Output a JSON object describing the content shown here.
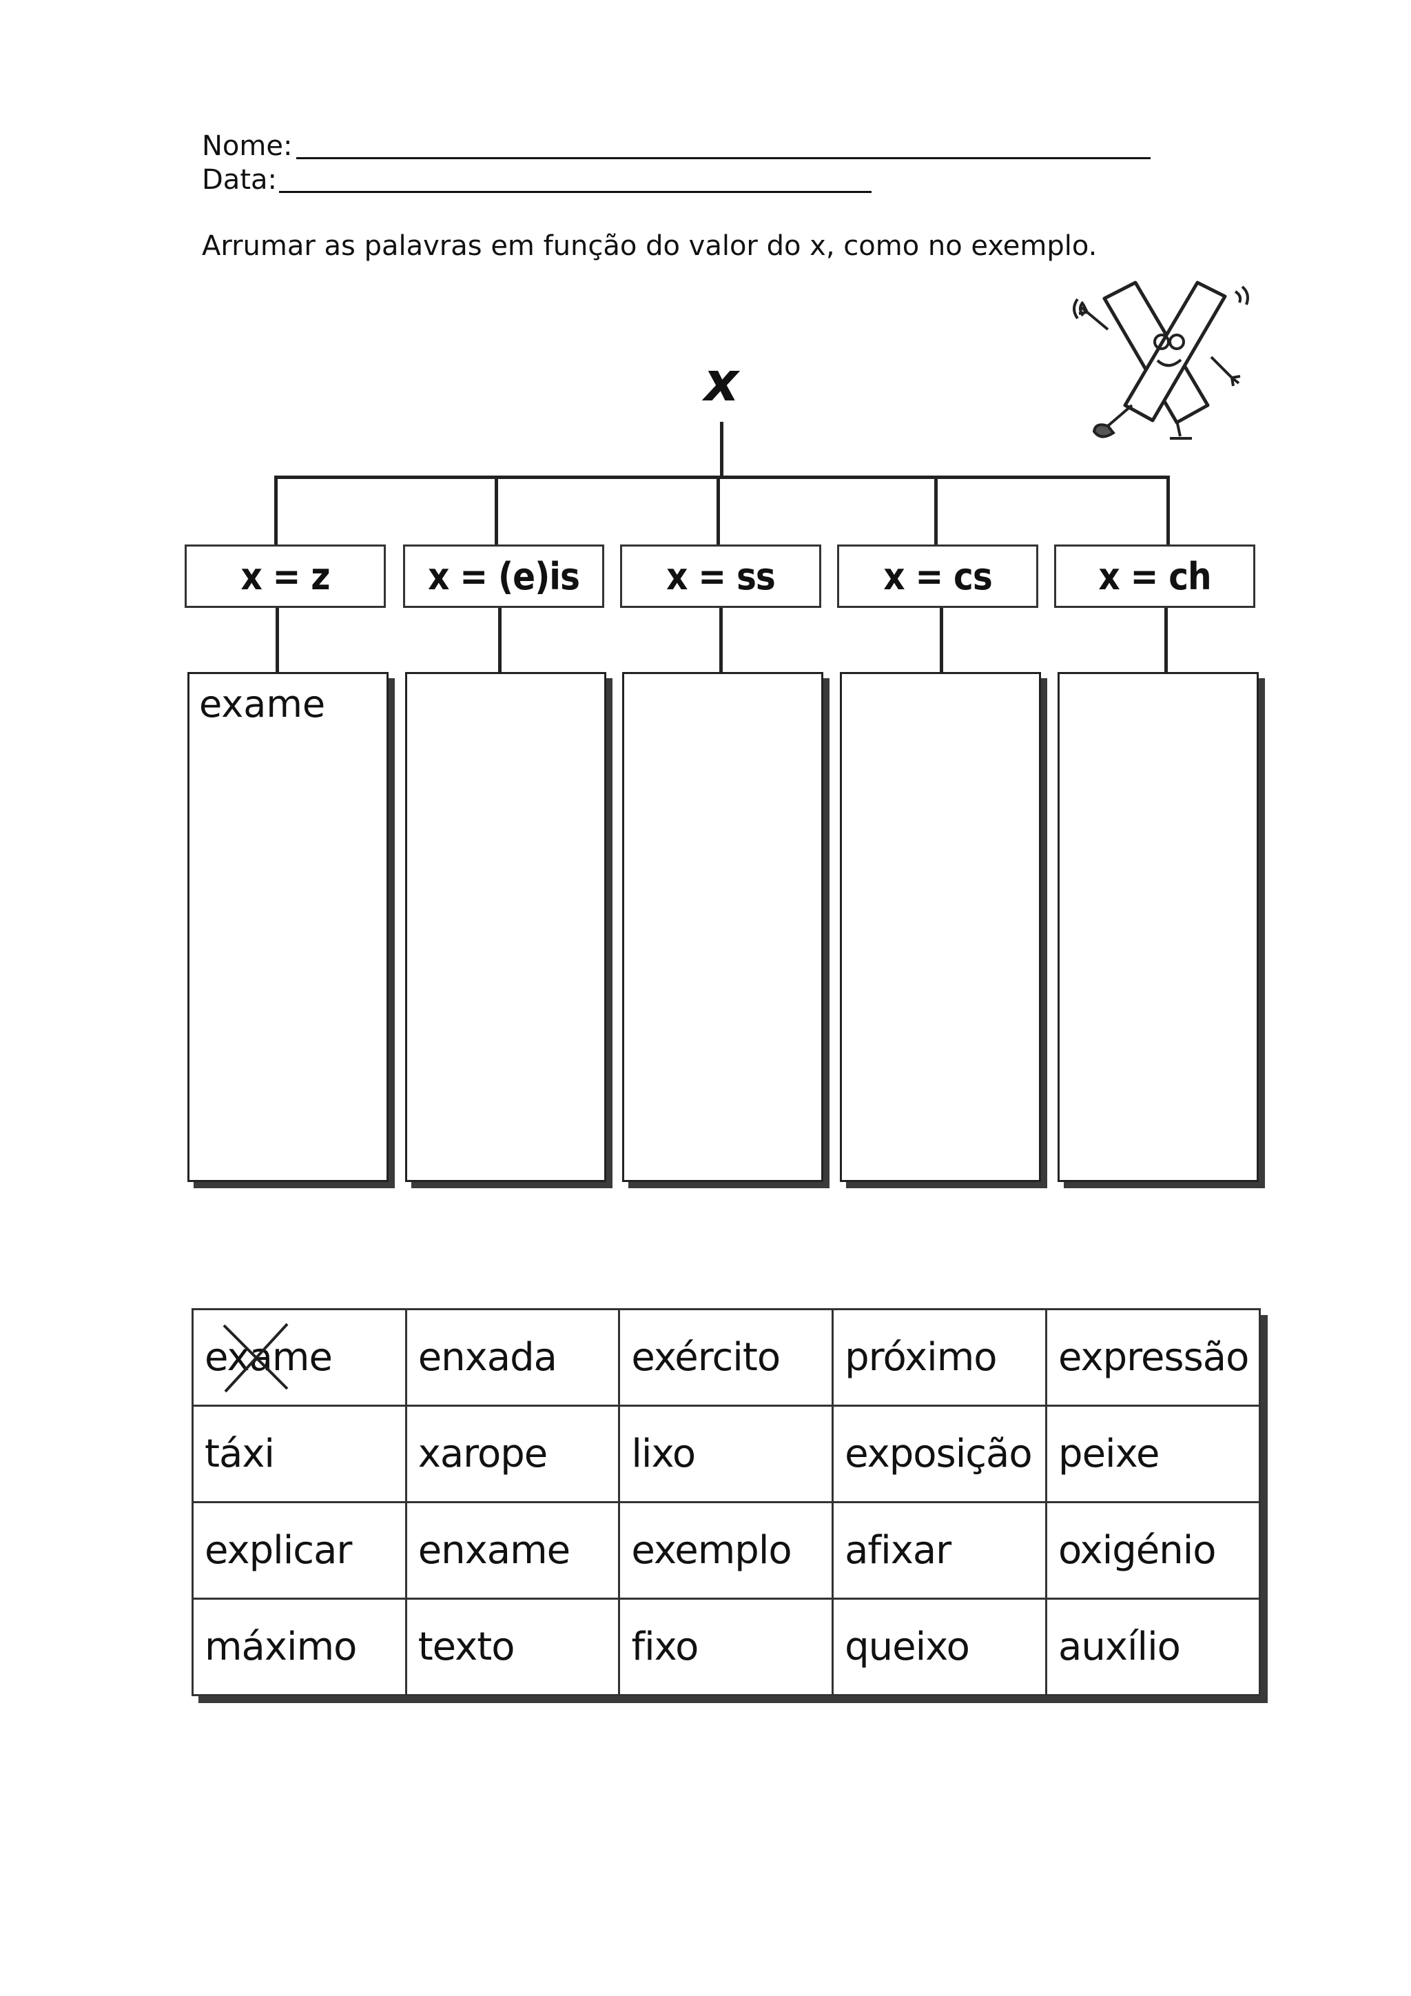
{
  "header": {
    "name_label": "Nome:",
    "date_label": "Data:"
  },
  "instruction": "Arrumar as palavras em função do valor do x, como no exemplo.",
  "tree": {
    "root": "x",
    "categories": [
      "x = z",
      "x = (e)is",
      "x = ss",
      "x = cs",
      "x = ch"
    ]
  },
  "columns": [
    {
      "entries": [
        "exame"
      ]
    },
    {
      "entries": []
    },
    {
      "entries": []
    },
    {
      "entries": []
    },
    {
      "entries": []
    }
  ],
  "word_table": {
    "rows": [
      [
        "exame",
        "enxada",
        "exército",
        "próximo",
        "expressão"
      ],
      [
        "táxi",
        "xarope",
        "lixo",
        "exposição",
        "peixe"
      ],
      [
        "explicar",
        "enxame",
        "exemplo",
        "afixar",
        "oxigénio"
      ],
      [
        "máximo",
        "texto",
        "fixo",
        "queixo",
        "auxílio"
      ]
    ],
    "crossed_out": "exame"
  },
  "icons": {
    "mascot": "x-letter-character-icon",
    "cross": "cross-out-mark-icon"
  }
}
